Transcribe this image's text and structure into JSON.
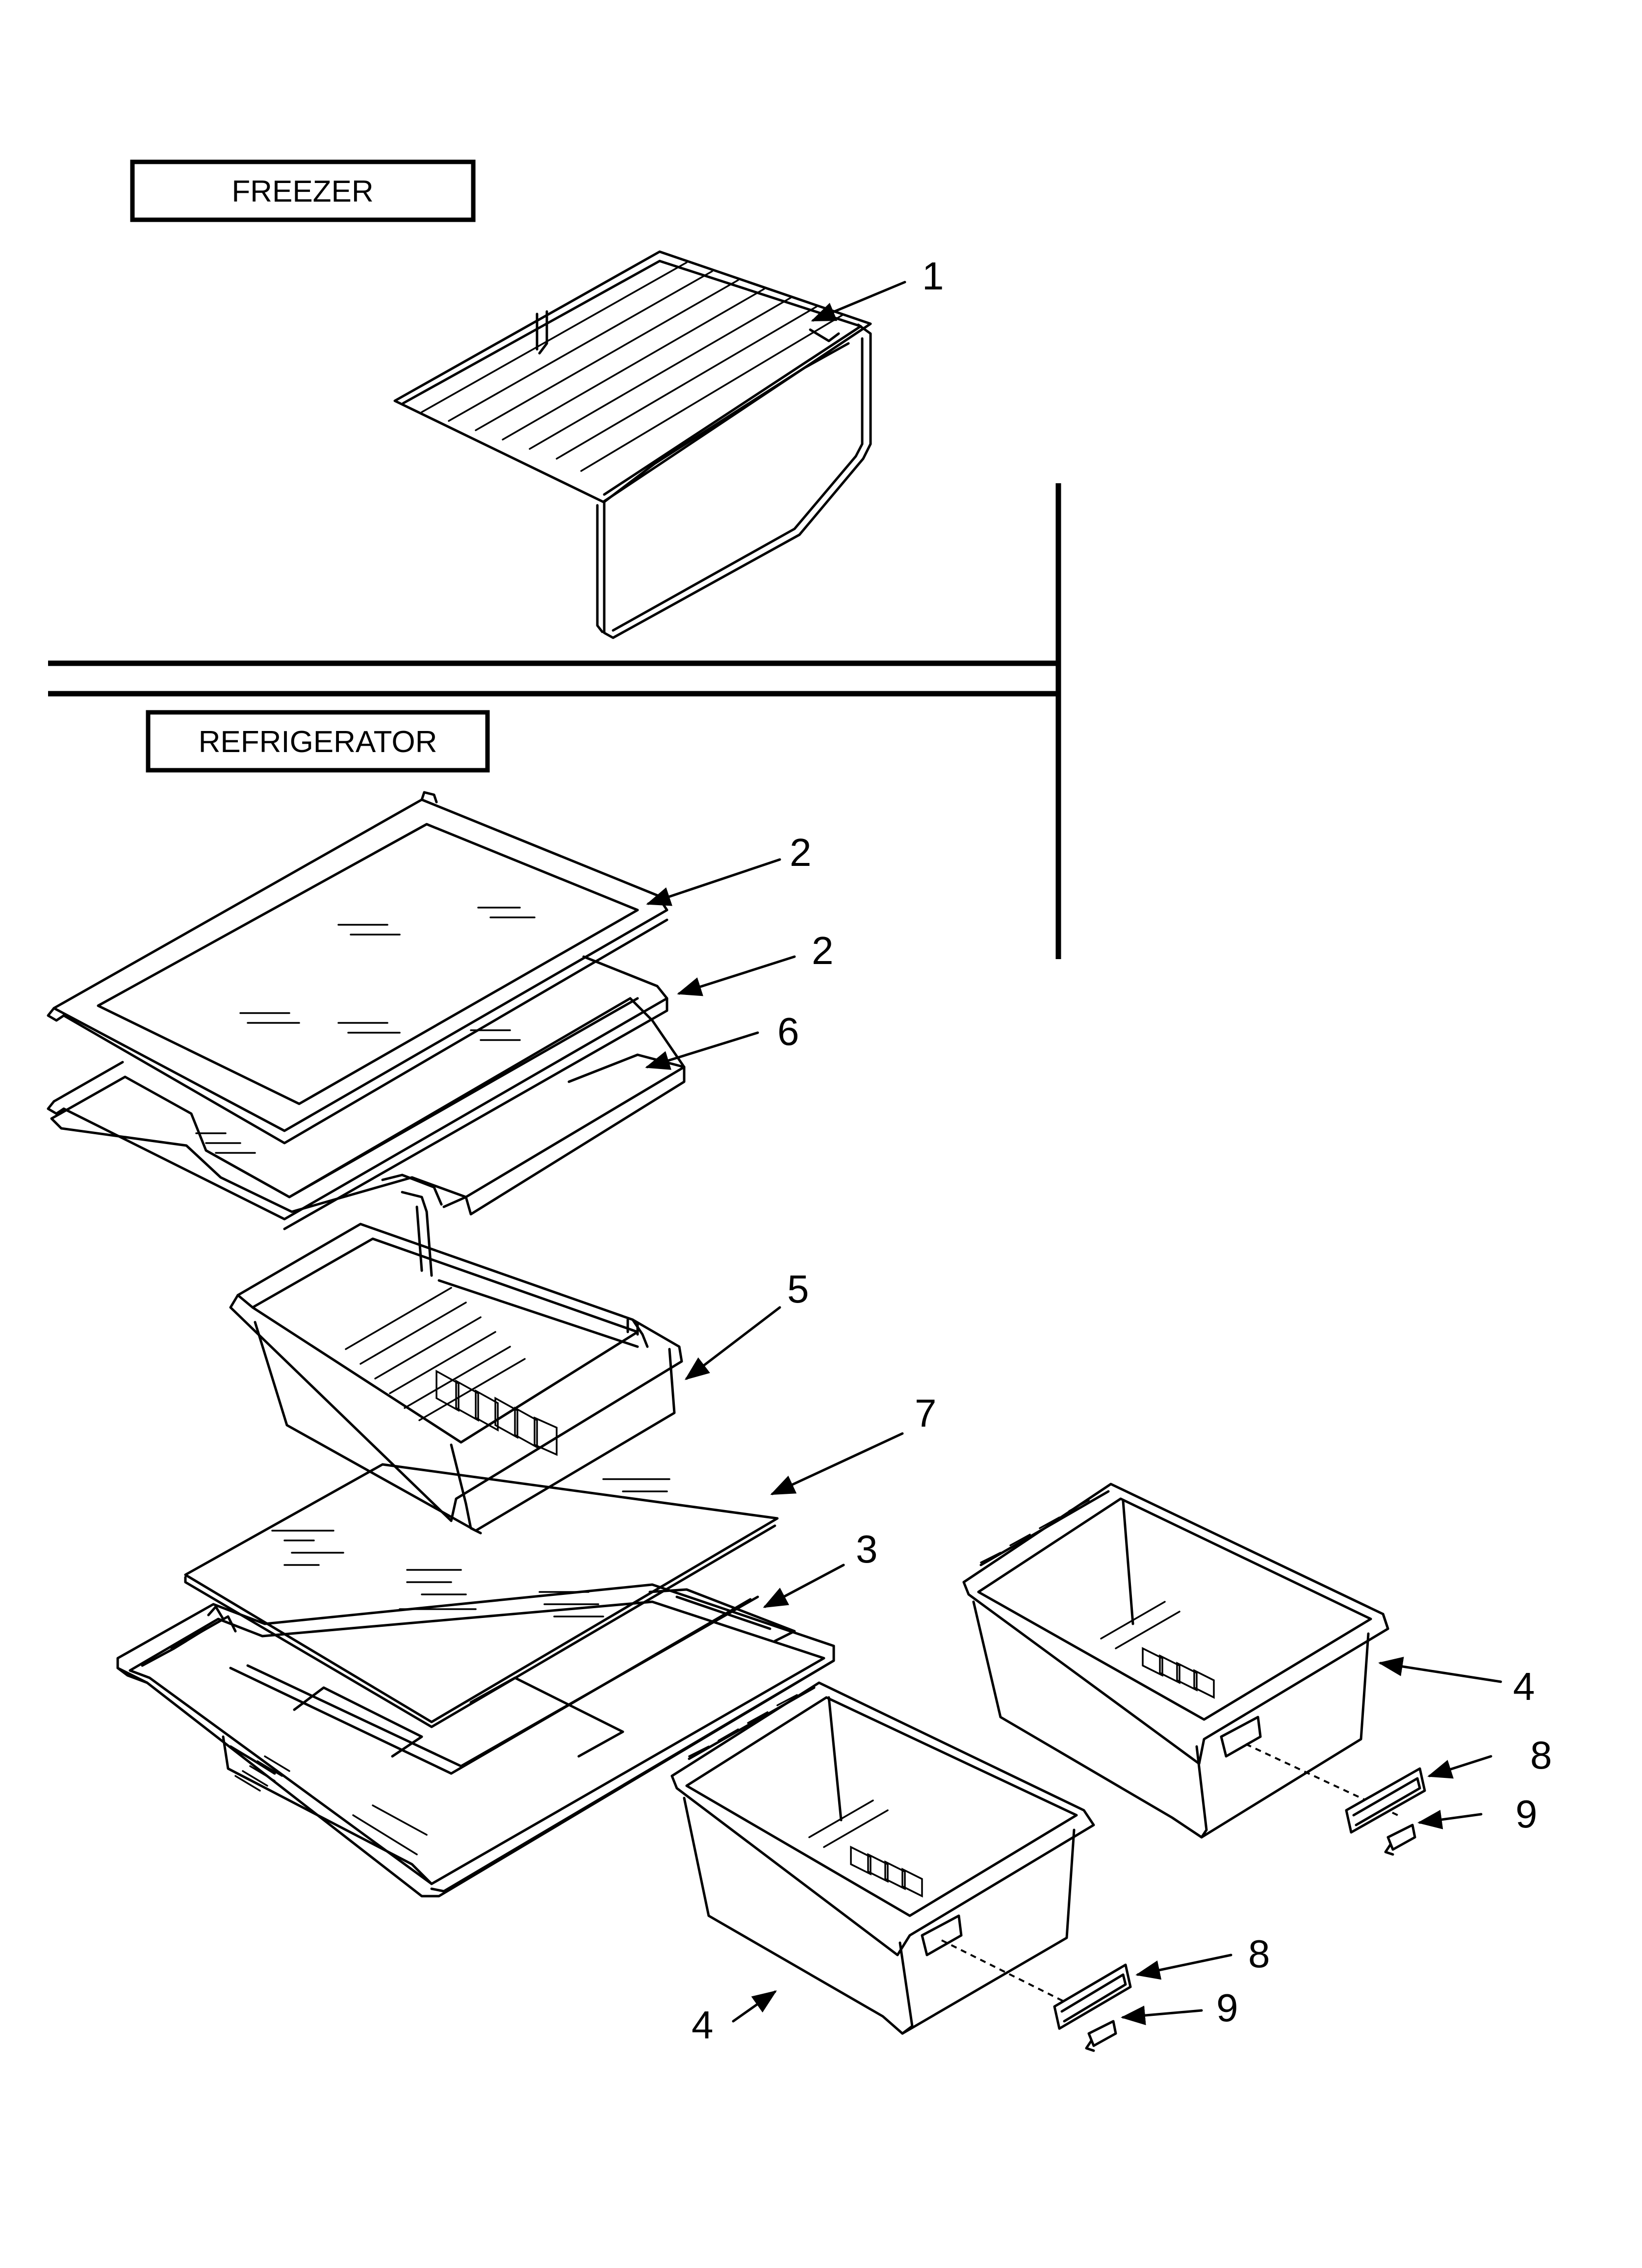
{
  "sections": {
    "freezer": "FREEZER",
    "refrigerator": "REFRIGERATOR"
  },
  "callouts": [
    {
      "id": "c1",
      "label": "1"
    },
    {
      "id": "c2a",
      "label": "2"
    },
    {
      "id": "c2b",
      "label": "2"
    },
    {
      "id": "c6",
      "label": "6"
    },
    {
      "id": "c5",
      "label": "5"
    },
    {
      "id": "c7",
      "label": "7"
    },
    {
      "id": "c3",
      "label": "3"
    },
    {
      "id": "c4a",
      "label": "4"
    },
    {
      "id": "c8a",
      "label": "8"
    },
    {
      "id": "c9a",
      "label": "9"
    },
    {
      "id": "c8b",
      "label": "8"
    },
    {
      "id": "c9b",
      "label": "9"
    },
    {
      "id": "c4b",
      "label": "4"
    }
  ]
}
